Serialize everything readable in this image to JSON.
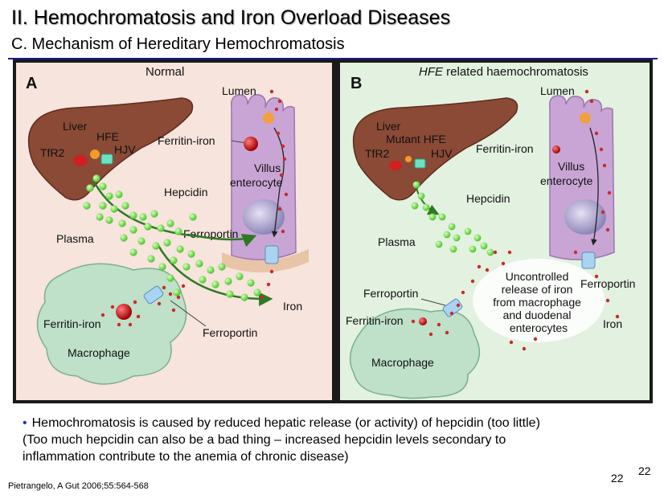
{
  "header": {
    "title": "II. Hemochromatosis and Iron Overload Diseases",
    "subtitle": "C. Mechanism of Hereditary Hemochromatosis"
  },
  "panel_a": {
    "letter": "A",
    "heading": "Normal",
    "liver": "Liver",
    "tfr2": "TfR2",
    "hfe": "HFE",
    "hjv": "HJV",
    "ferritin_iron_top": "Ferritin-iron",
    "lumen": "Lumen",
    "villus_1": "Villus",
    "villus_2": "enterocyte",
    "hepcidin": "Hepcidin",
    "plasma": "Plasma",
    "ferroportin_top": "Ferroportin",
    "iron": "Iron",
    "ferritin_iron_bottom": "Ferritin-iron",
    "ferroportin_bottom": "Ferroportin",
    "macrophage": "Macrophage"
  },
  "panel_b": {
    "letter": "B",
    "heading_italic": "HFE",
    "heading_rest": " related haemochromatosis",
    "lumen": "Lumen",
    "liver": "Liver",
    "mutant_hfe": "Mutant HFE",
    "tfr2": "TfR2",
    "hjv": "HJV",
    "ferritin_iron_top": "Ferritin-iron",
    "villus_1": "Villus",
    "villus_2": "enterocyte",
    "hepcidin": "Hepcidin",
    "plasma": "Plasma",
    "uncontrolled": [
      "Uncontrolled",
      "release of iron",
      "from macrophage",
      "and duodenal",
      "enterocytes"
    ],
    "ferroportin_left": "Ferroportin",
    "ferroportin_right": "Ferroportin",
    "ferritin_iron_bottom": "Ferritin-iron",
    "iron": "Iron",
    "macrophage": "Macrophage"
  },
  "caption": {
    "line1": "Hemochromatosis is caused by reduced hepatic release (or activity) of hepcidin (too little)",
    "line2": "(Too much hepcidin can also be a bad thing – increased hepcidin levels secondary to",
    "line3": "inflammation contribute to the anemia of chronic disease)"
  },
  "citation": "Pietrangelo, A Gut 2006;55:564-568",
  "page_numbers": [
    "22",
    "22"
  ],
  "colors": {
    "panel_a_bg": "#f7e4dc",
    "panel_b_bg": "#e3f1e0",
    "liver": "#8a4a36",
    "hepcidin": "#6ede3a",
    "iron_dot": "#c92a2a",
    "enterocyte": "#c9a5d6",
    "macrophage": "#bfe0c9",
    "ferroportin": "#a9d3f0",
    "title_rule": "#1a1a8c",
    "bullet": "#1a3cc8"
  }
}
